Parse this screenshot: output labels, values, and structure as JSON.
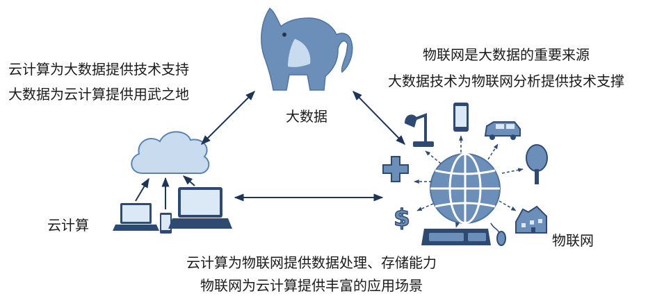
{
  "nodes": {
    "big_data": "大数据",
    "cloud_computing": "云计算",
    "iot": "物联网"
  },
  "relations": {
    "cloud_bigdata": [
      "云计算为大数据提供技术支持",
      "大数据为云计算提供用武之地"
    ],
    "iot_bigdata": [
      "物联网是大数据的重要来源",
      "大数据技术为物联网分析提供技术支撑"
    ],
    "cloud_iot": [
      "云计算为物联网提供数据处理、存储能力",
      "物联网为云计算提供丰富的应用场景"
    ]
  },
  "icons": {
    "big_data": "elephant-icon",
    "cloud_computing": [
      "cloud-icon",
      "laptop-icon",
      "phone-icon"
    ],
    "iot": [
      "globe-icon",
      "desk-lamp-icon",
      "phone-icon",
      "car-icon",
      "tree-icon",
      "house-icon",
      "mouse-icon",
      "keyboard-icon",
      "dollar-icon",
      "plus-icon"
    ]
  },
  "colors": {
    "icon_fill": "#6b8fb8",
    "icon_dark": "#2e4a73",
    "icon_light": "#c9dcef",
    "arrow": "#1f3556"
  }
}
